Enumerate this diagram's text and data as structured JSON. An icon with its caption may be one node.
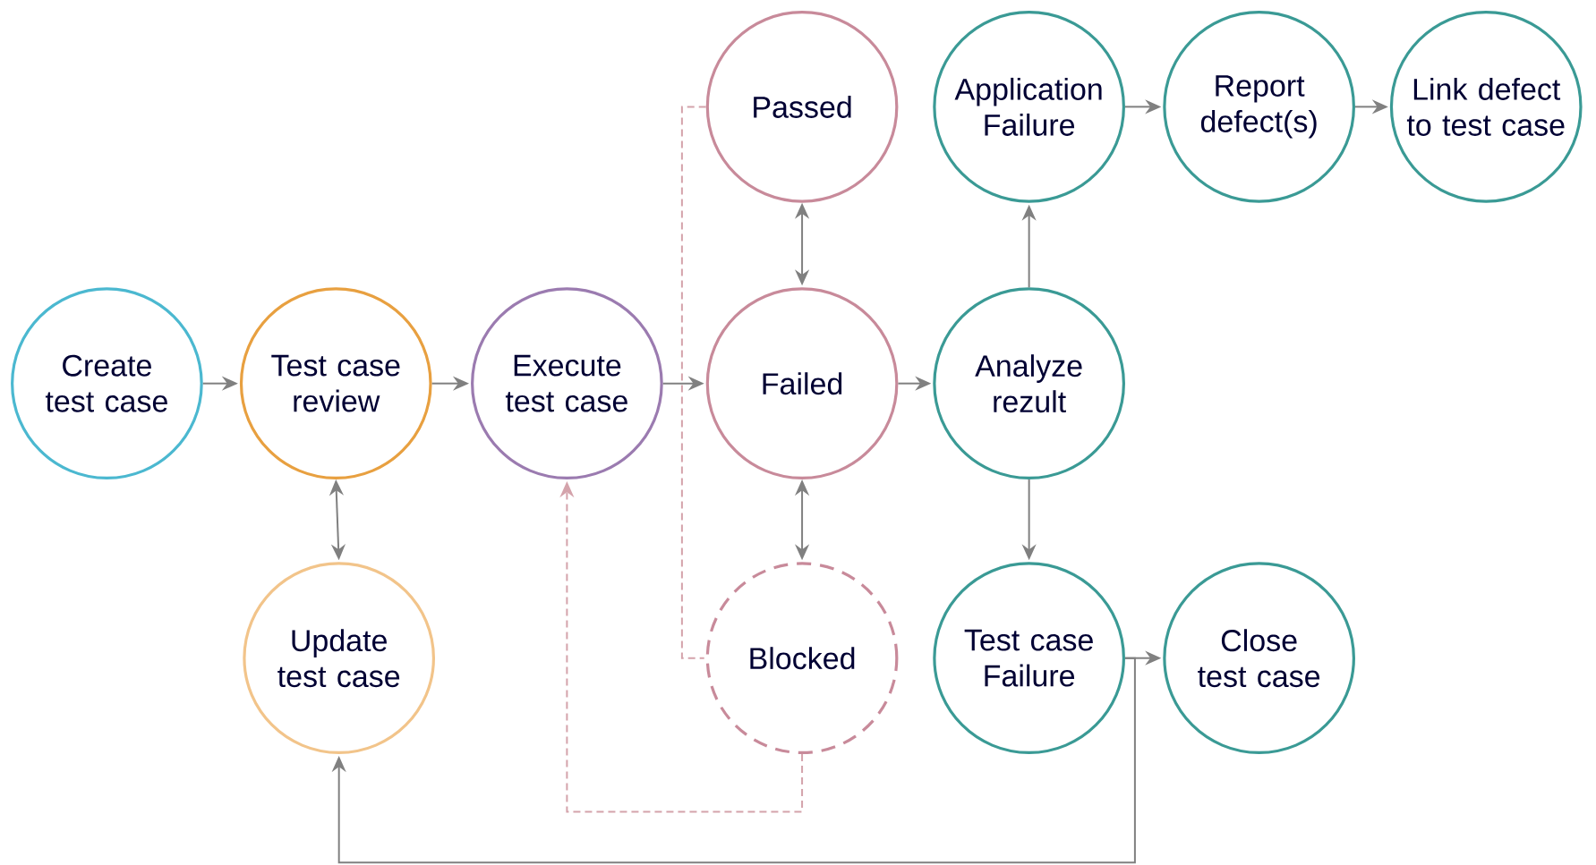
{
  "diagram": {
    "nodes": [
      {
        "text": [
          "Create test case"
        ]
      },
      {
        "text": [
          "Test case review"
        ]
      },
      {
        "text": [
          "Update test case"
        ]
      },
      {
        "text": [
          "Execute test case"
        ]
      },
      {
        "text": [
          "Passed"
        ]
      },
      {
        "text": [
          "Failed"
        ]
      },
      {
        "text": [
          "Blocked"
        ]
      },
      {
        "text": [
          "Application Failure"
        ]
      },
      {
        "text": [
          "Analyze rezult"
        ]
      },
      {
        "text": [
          "Test case Failure"
        ]
      },
      {
        "text": [
          "Report defect(s)"
        ]
      },
      {
        "text": [
          "Link defect to test case"
        ]
      },
      {
        "text": [
          "Close test case"
        ]
      }
    ],
    "edges": [
      {
        "from": 0,
        "to": 1,
        "arrow": "to"
      },
      {
        "from": 1,
        "to": 2,
        "arrow": "both"
      },
      {
        "from": 1,
        "to": 3,
        "arrow": "to"
      },
      {
        "from": 3,
        "to": 5,
        "arrow": "to"
      },
      {
        "from": 4,
        "to": 5,
        "arrow": "both"
      },
      {
        "from": 5,
        "to": 6,
        "arrow": "both"
      },
      {
        "from": 5,
        "to": 8,
        "arrow": "to"
      },
      {
        "from": 8,
        "to": 7,
        "arrow": "to"
      },
      {
        "from": 8,
        "to": 9,
        "arrow": "to"
      },
      {
        "from": 7,
        "to": 10,
        "arrow": "to"
      },
      {
        "from": 10,
        "to": 11,
        "arrow": "to"
      },
      {
        "from": 9,
        "to": 12,
        "arrow": "to"
      },
      {
        "from": 9,
        "to": 2,
        "arrow": "to"
      },
      {
        "from": 6,
        "to": 3,
        "arrow": "to",
        "style": "dashed",
        "color": "#d4a3ab"
      },
      {
        "from": 4,
        "to": 6,
        "arrow": "none",
        "style": "dashed",
        "color": "#d4a3ab"
      }
    ]
  }
}
